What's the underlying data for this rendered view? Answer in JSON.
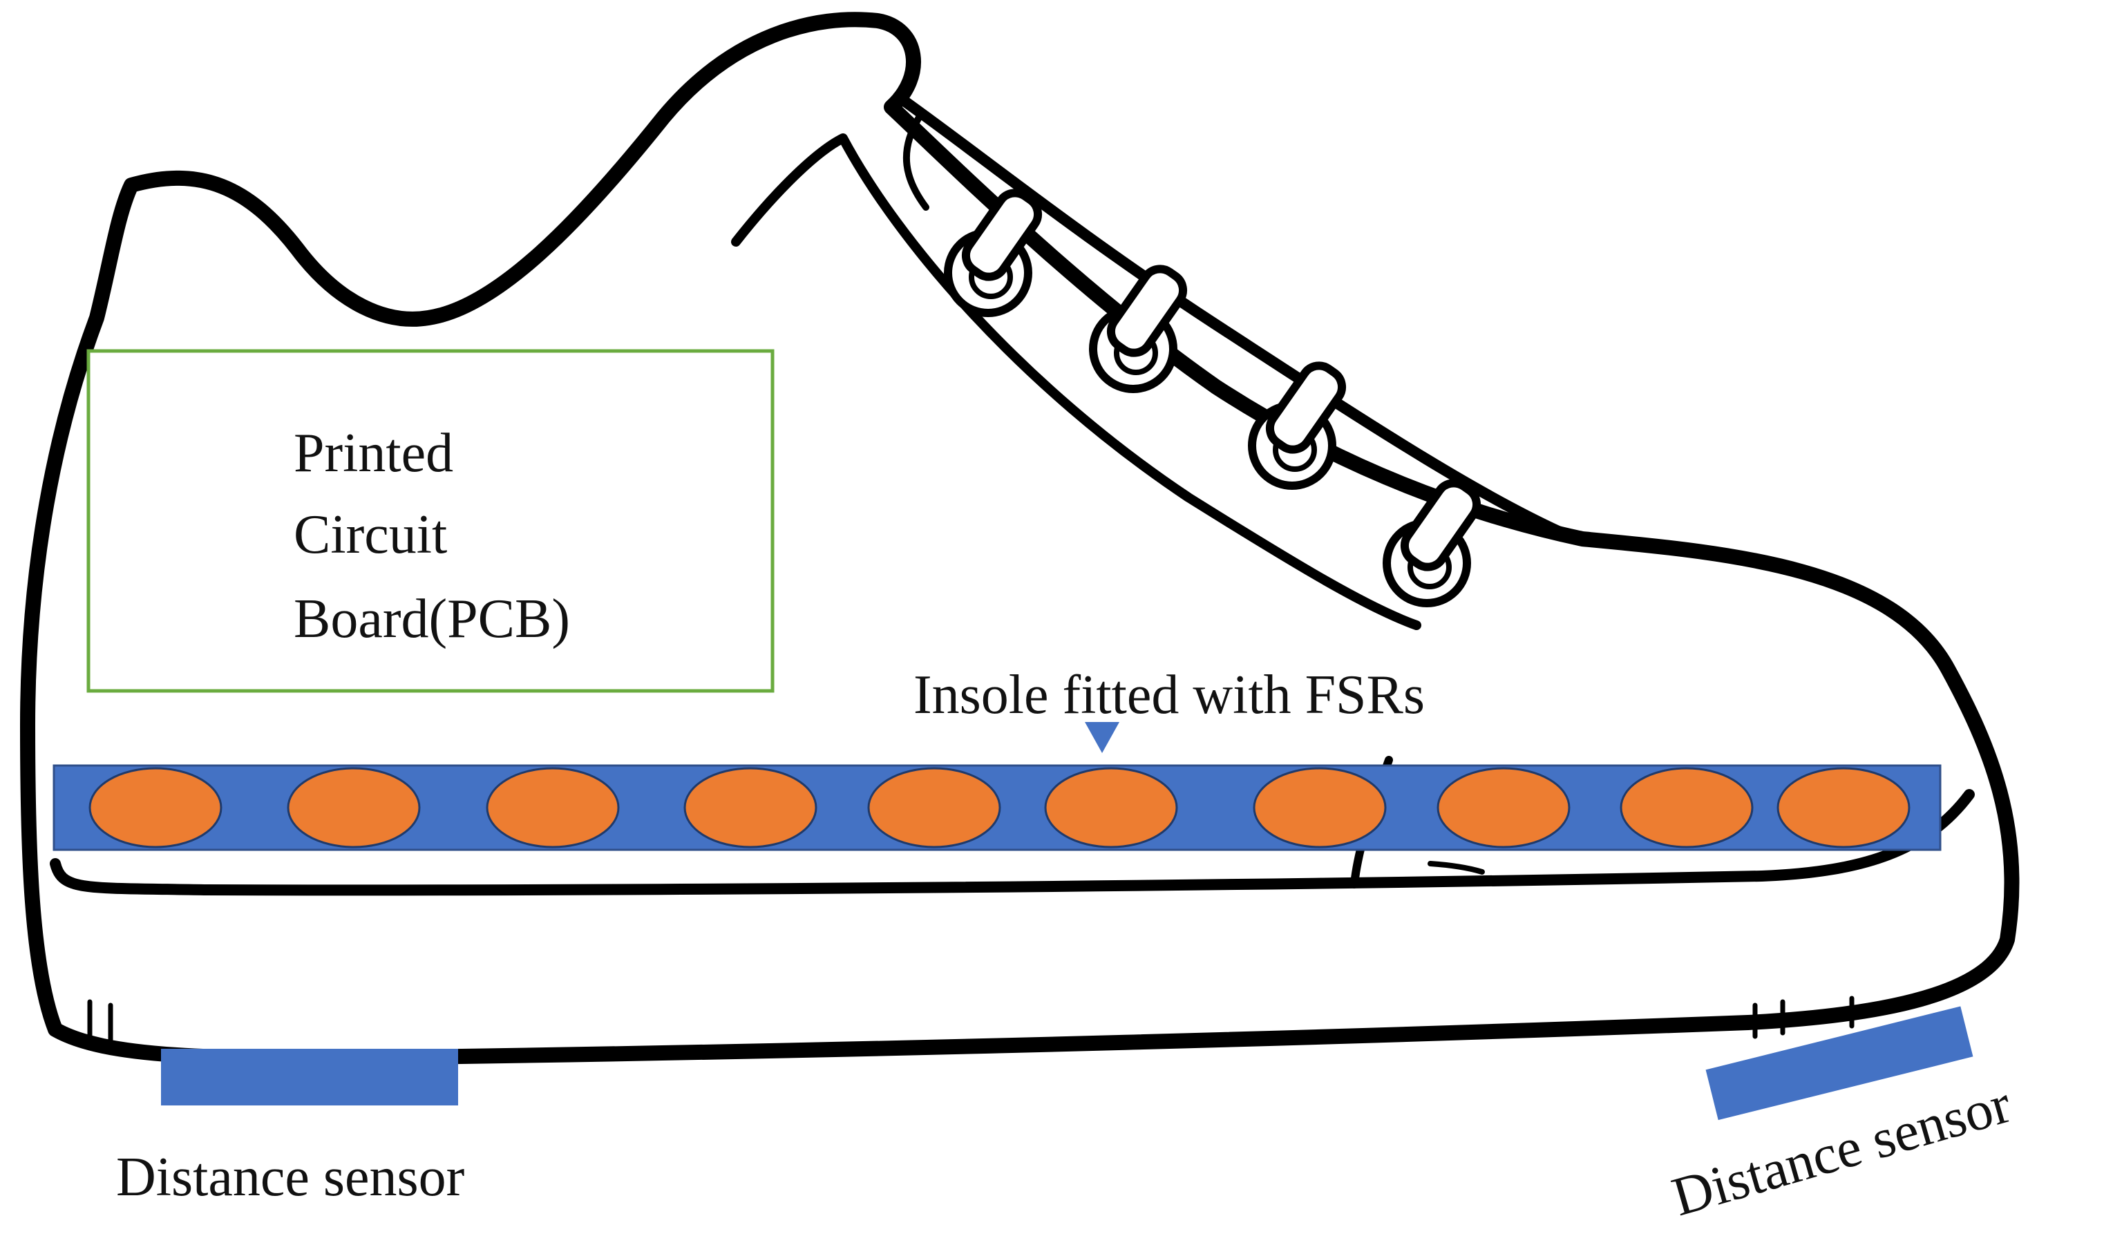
{
  "pcb": {
    "lines": [
      "Printed",
      "Circuit",
      "Board(PCB)"
    ],
    "border_color": "#6aab3f"
  },
  "insole": {
    "label": "Insole fitted with FSRs",
    "color": "#4472c4",
    "sensor_color": "#ed7d31",
    "fsr_count": 10
  },
  "distance_sensors": [
    {
      "label": "Distance sensor",
      "color": "#4472c4"
    },
    {
      "label": "Distance sensor",
      "color": "#4472c4"
    }
  ],
  "colors": {
    "outline": "#000000",
    "background": "#ffffff"
  }
}
